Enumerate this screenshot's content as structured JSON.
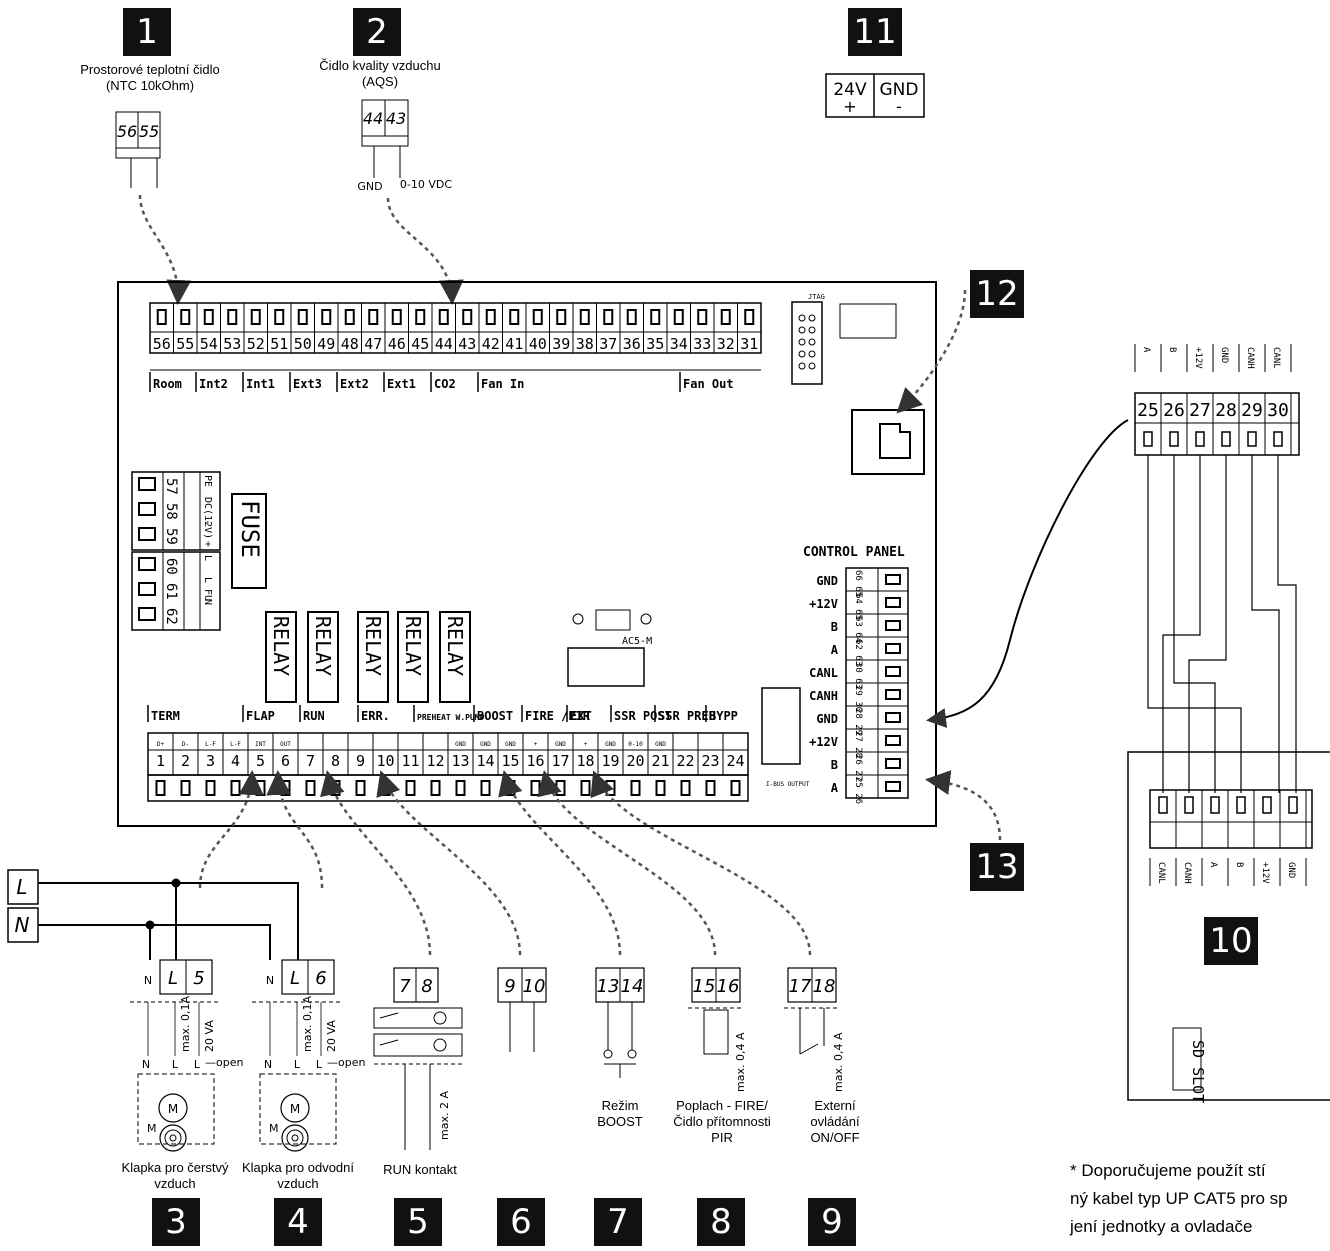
{
  "badges": {
    "b1": "1",
    "b2": "2",
    "b3": "3",
    "b4": "4",
    "b5": "5",
    "b6": "6",
    "b7": "7",
    "b8": "8",
    "b9": "9",
    "b10": "10",
    "b11": "11",
    "b12": "12",
    "b13": "13"
  },
  "sensors": {
    "room_title": "Prostorové teplotní čidlo",
    "room_sub": "(NTC 10kOhm)",
    "room_t1": "56",
    "room_t2": "55",
    "aqs_title": "Čidlo kvality vzduchu",
    "aqs_sub": "(AQS)",
    "aqs_t1": "44",
    "aqs_t2": "43",
    "aqs_gnd": "GND",
    "aqs_sig": "0-10 VDC"
  },
  "power": {
    "v": "24V",
    "plus": "+",
    "gnd": "GND",
    "minus": "-"
  },
  "mains": {
    "l": "L",
    "n": "N"
  },
  "board": {
    "top_numbers": [
      "56",
      "55",
      "54",
      "53",
      "52",
      "51",
      "50",
      "49",
      "48",
      "47",
      "46",
      "45",
      "44",
      "43",
      "42",
      "41",
      "40",
      "39",
      "38",
      "37",
      "36",
      "35",
      "34",
      "33",
      "32",
      "31"
    ],
    "top_groups": [
      "Room",
      "Int2",
      "Int1",
      "Ext3",
      "Ext2",
      "Ext1",
      "CO2",
      "Fan In",
      "Fan Out"
    ],
    "jtag": "JTAG",
    "fuse": "FUSE",
    "pe_block": [
      "57",
      "58",
      "59"
    ],
    "pe_labels": [
      "PE",
      "DC(12V)",
      "-",
      "+"
    ],
    "mains_block": [
      "60",
      "61",
      "62"
    ],
    "mains_labels": [
      "L",
      "L FU",
      "N"
    ],
    "relay": "RELAY",
    "bottom_groups": [
      "TERM",
      "FLAP",
      "RUN",
      "ERR.",
      "PREHEAT W.PUMP",
      "BOOST",
      "FIRE /PIR",
      "EXT",
      "SSR POST",
      "SSR PREH",
      "BYPP"
    ],
    "bottom_numbers": [
      "1",
      "2",
      "3",
      "4",
      "5",
      "6",
      "7",
      "8",
      "9",
      "10",
      "11",
      "12",
      "13",
      "14",
      "15",
      "16",
      "17",
      "18",
      "19",
      "20",
      "21",
      "22",
      "23",
      "24"
    ],
    "bottom_sub": [
      "D+",
      "D-",
      "L-F",
      "L-F",
      "INT",
      "OUT",
      "GND",
      "GND",
      "GND",
      "+",
      "GND",
      "+",
      "GND",
      "0-10",
      "GND"
    ],
    "ac5m": "AC5-M",
    "ibus": "I-BUS OUTPUT",
    "control_title": "CONTROL PANEL",
    "control_labels": [
      "GND",
      "+12V",
      "B",
      "A",
      "CANL",
      "CANH",
      "GND",
      "+12V",
      "B",
      "A"
    ],
    "control_numbers": [
      "66 65",
      "64 65",
      "63 64",
      "62 63",
      "30 63",
      "29 30",
      "28 29",
      "27 28",
      "26 27",
      "25 26"
    ]
  },
  "devices": {
    "flap1_terms": [
      "N",
      "L",
      "5"
    ],
    "flap1_rating1": "max. 0,1A",
    "flap1_rating2": "20 VA",
    "flap1_open": "open",
    "flap1_caption": "Klapka pro čerstvý vzduch",
    "flap2_terms": [
      "N",
      "L",
      "6"
    ],
    "flap2_caption": "Klapka pro odvodní vzduch",
    "run_terms": [
      "7",
      "8"
    ],
    "run_rating": "max. 2 A",
    "run_caption": "RUN kontakt",
    "err_terms": [
      "9",
      "10"
    ],
    "boost_terms": [
      "13",
      "14"
    ],
    "boost_caption": "Režim BOOST",
    "fire_terms": [
      "15",
      "16"
    ],
    "fire_rating": "max. 0,4 A",
    "fire_caption": "Poplach - FIRE/ Čidlo přítomnosti PIR",
    "ext_terms": [
      "17",
      "18"
    ],
    "ext_rating": "max. 0,4 A",
    "ext_caption": "Externí ovládání ON/OFF"
  },
  "panel": {
    "top_labels": [
      "A",
      "B",
      "+12V",
      "GND",
      "CANH",
      "CANL"
    ],
    "top_numbers": [
      "25",
      "26",
      "27",
      "28",
      "29",
      "30"
    ],
    "bottom_labels": [
      "CANL",
      "CANH",
      "A",
      "B",
      "+12V",
      "GND"
    ],
    "sd": "SD SLOT"
  },
  "note": {
    "line1": "* Doporučujeme použít stí",
    "line2": "ný kabel typ UP CAT5 pro sp",
    "line3": "jení jednotky a ovladače"
  }
}
